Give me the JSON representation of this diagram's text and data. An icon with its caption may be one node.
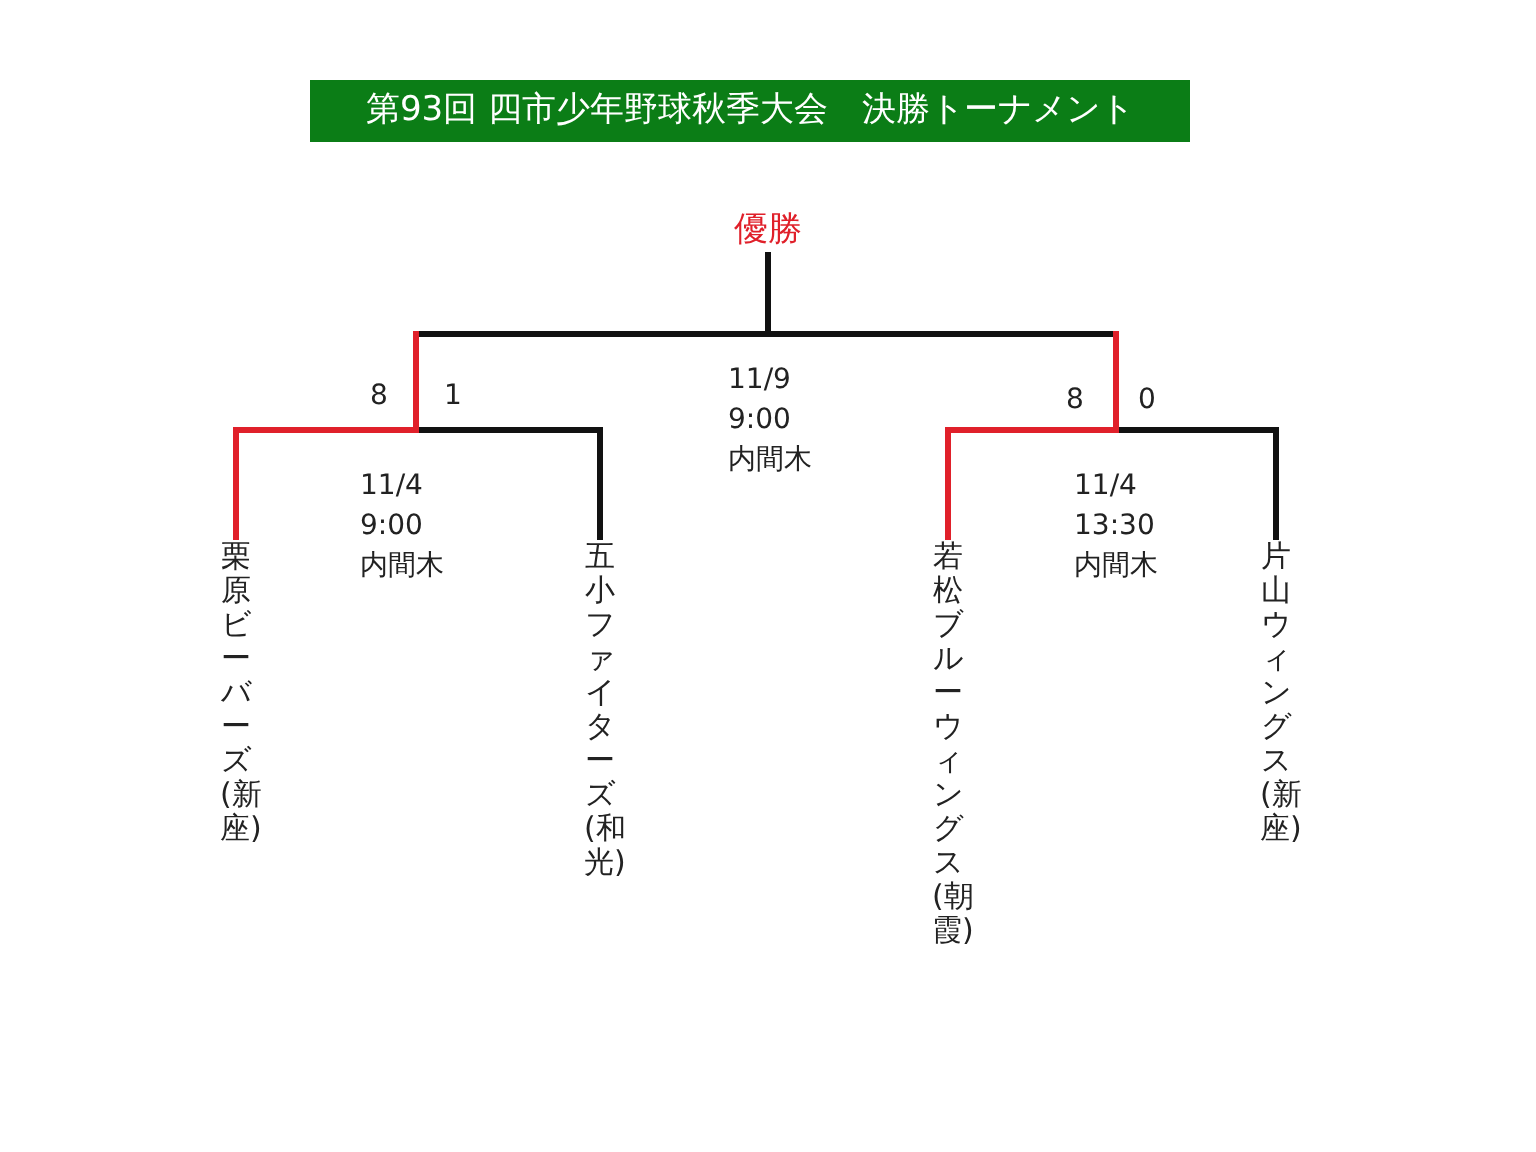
{
  "diagram": {
    "title": "第93回 四市少年野球秋季大会　決勝トーナメント",
    "nodes": [
      {
        "text": [
          "優勝"
        ]
      },
      {
        "text": [
          "栗原ビーバーズ(新座)"
        ]
      },
      {
        "text": [
          "五小ファイターズ(和光)"
        ]
      },
      {
        "text": [
          "若松ブルーウィングス(朝霞)"
        ]
      },
      {
        "text": [
          "片山ウィングス(新座)"
        ]
      }
    ],
    "edges": [
      {
        "from": 1,
        "to": 0,
        "arrow": "none",
        "color": "#e0202a"
      },
      {
        "from": 2,
        "to": 0,
        "arrow": "none",
        "color": "#111111"
      },
      {
        "from": 3,
        "to": 0,
        "arrow": "none",
        "color": "#e0202a"
      },
      {
        "from": 4,
        "to": 0,
        "arrow": "none",
        "color": "#111111"
      }
    ],
    "labels": [
      "8",
      "1",
      "11/9 9:00 内間木",
      "8",
      "0",
      "11/4 9:00 内間木",
      "11/4 13:30 内間木"
    ]
  }
}
